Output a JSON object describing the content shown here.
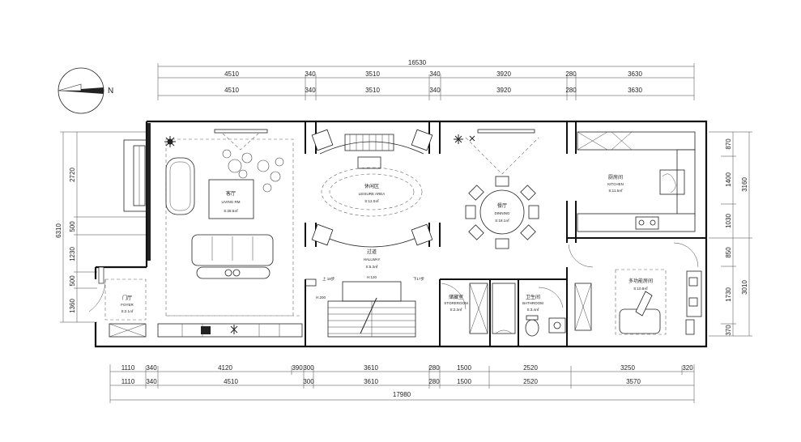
{
  "dimensions": {
    "top_total": "16530",
    "top_row1": [
      "4510",
      "340",
      "3510",
      "340",
      "3920",
      "280",
      "3630"
    ],
    "top_row2": [
      "4510",
      "340",
      "3510",
      "340",
      "3920",
      "280",
      "3630"
    ],
    "bottom_row1": [
      "1110",
      "340",
      "4120",
      "390",
      "300",
      "3610",
      "280",
      "1500",
      "2520",
      "3250",
      "320"
    ],
    "bottom_row2": [
      "1110",
      "340",
      "4510",
      "300",
      "3610",
      "280",
      "1500",
      "2520",
      "3570"
    ],
    "bottom_total": "17980",
    "left_total": "6310",
    "left_segments": [
      "2720",
      "500",
      "1230",
      "500",
      "1360"
    ],
    "right_col1": [
      "870",
      "1400",
      "1030",
      "850",
      "1730",
      "370"
    ],
    "right_total_upper": "3160",
    "right_total_lower": "3010"
  },
  "compass": {
    "north_label": "N"
  },
  "rooms": {
    "living": {
      "cn": "客厅",
      "en": "LIVING RM",
      "area": "S:28.5㎡"
    },
    "leisure": {
      "cn": "休闲区",
      "en": "LEISURE AREA",
      "area": "S:12.0㎡"
    },
    "dining": {
      "cn": "餐厅",
      "en": "DINNING",
      "area": "S:18.1㎡"
    },
    "kitchen": {
      "cn": "厨房间",
      "en": "KITCHEN",
      "area": "S:11.5㎡"
    },
    "hallway": {
      "cn": "过道",
      "en": "HALLWAY",
      "area": "S:5.3㎡"
    },
    "foyer": {
      "cn": "门厅",
      "en": "FOYER",
      "area": "S:2.1㎡"
    },
    "storeroom": {
      "cn": "储藏室",
      "en": "STOREROOM",
      "area": "S:2.3㎡"
    },
    "bathroom": {
      "cn": "卫生间",
      "en": "BATHROOM",
      "area": "S:3.4㎡"
    },
    "multi": {
      "cn": "多功能房间",
      "area": "S:10.8㎡"
    }
  },
  "stair_labels": {
    "up": "上 18步",
    "down": "下17步",
    "h120": "H:120",
    "h200": "H:200"
  }
}
